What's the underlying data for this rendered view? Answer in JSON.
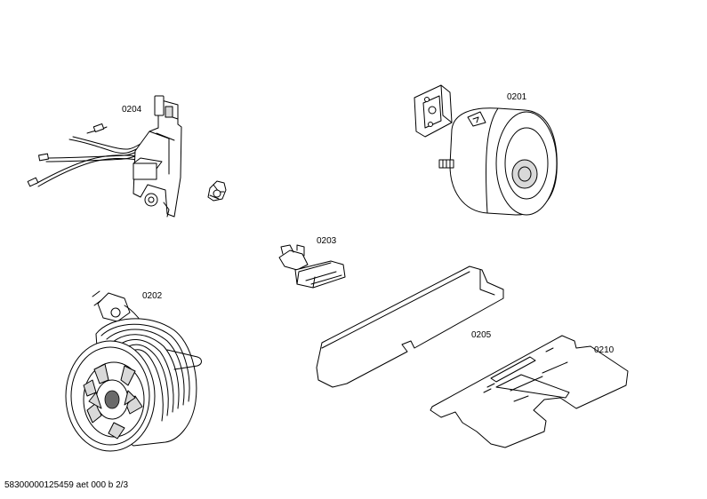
{
  "parts": [
    {
      "id": "0201",
      "label": "0201"
    },
    {
      "id": "0202",
      "label": "0202"
    },
    {
      "id": "0203",
      "label": "0203"
    },
    {
      "id": "0204",
      "label": "0204"
    },
    {
      "id": "0205",
      "label": "0205"
    },
    {
      "id": "0210",
      "label": "0210"
    }
  ],
  "footer": "58300000125459 aet 000 b 2/3"
}
